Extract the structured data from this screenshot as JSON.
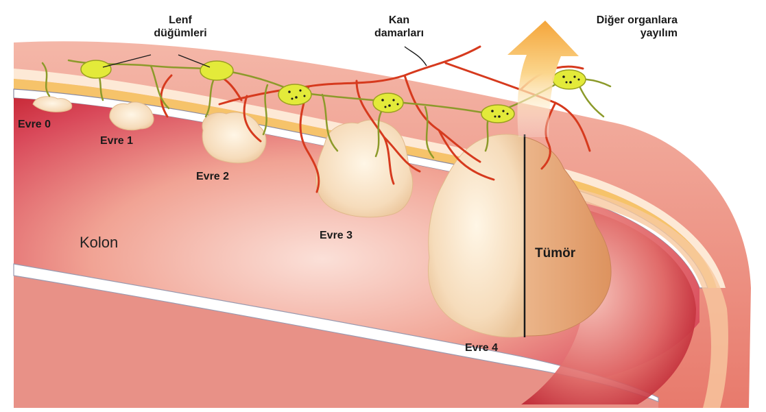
{
  "labels": {
    "lymph_nodes_line1": "Lenf",
    "lymph_nodes_line2": "düğümleri",
    "blood_vessels_line1": "Kan",
    "blood_vessels_line2": "damarları",
    "spread_line1": "Diğer organlara",
    "spread_line2": "yayılım",
    "stage0": "Evre 0",
    "stage1": "Evre 1",
    "stage2": "Evre 2",
    "stage3": "Evre 3",
    "stage4": "Evre 4",
    "colon": "Kolon",
    "tumor": "Tümör"
  },
  "colors": {
    "colon_wall": "#f2a79a",
    "colon_inner": "#c81e2a",
    "muscle_band": "#f6c36a",
    "tumor": "#f8e2c2",
    "tumor_cut": "#e7a57a",
    "lymph_node": "#e3ea3a",
    "vessel_red": "#d63a1e",
    "vessel_green": "#8c9a2a",
    "arrow": "#f6b54a"
  }
}
